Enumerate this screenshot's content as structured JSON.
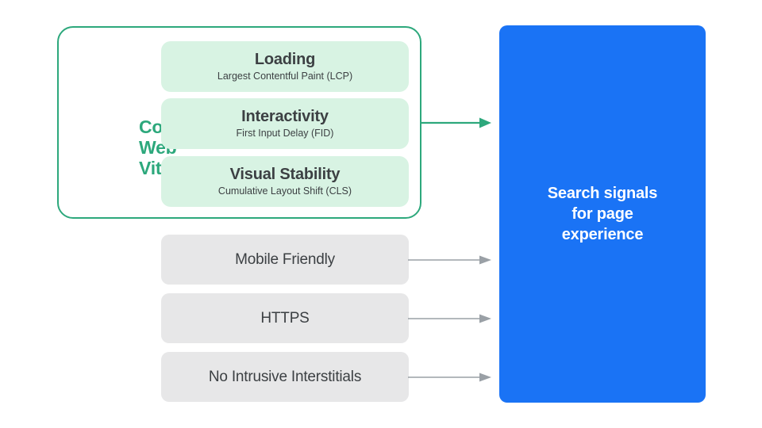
{
  "diagram": {
    "title": "Search signals for page experience",
    "colors": {
      "core_web_vitals_green": "#2da87c",
      "metric_card_fill": "#d8f3e3",
      "signal_box_fill": "#e7e7e8",
      "outcome_panel_blue": "#1a73f5",
      "text_dark": "#3c4043",
      "arrow_gray": "#9aa0a6"
    },
    "core_web_vitals": {
      "group_label_lines": [
        "Core",
        "Web",
        "Vitals"
      ],
      "metrics": [
        {
          "title": "Loading",
          "subtitle": "Largest Contentful Paint (LCP)"
        },
        {
          "title": "Interactivity",
          "subtitle": "First Input Delay (FID)"
        },
        {
          "title": "Visual Stability",
          "subtitle": "Cumulative Layout Shift (CLS)"
        }
      ]
    },
    "other_signals": [
      {
        "label": "Mobile Friendly"
      },
      {
        "label": "HTTPS"
      },
      {
        "label": "No Intrusive Interstitials"
      }
    ],
    "outcome": {
      "text": "Search signals\nfor page\nexperience"
    },
    "arrows": [
      {
        "name": "core-web-vitals-to-outcome",
        "color": "#2da87c"
      },
      {
        "name": "mobile-friendly-to-outcome",
        "color": "#9aa0a6"
      },
      {
        "name": "https-to-outcome",
        "color": "#9aa0a6"
      },
      {
        "name": "no-intrusive-interstitials-to-outcome",
        "color": "#9aa0a6"
      }
    ]
  }
}
